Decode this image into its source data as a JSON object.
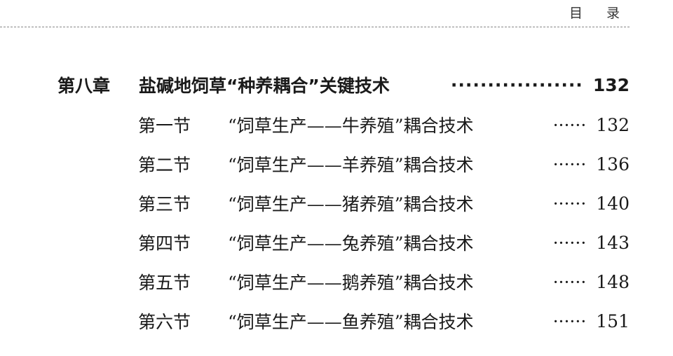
{
  "header": {
    "title": "目 录"
  },
  "chapter": {
    "number": "第八章",
    "title": "盐碱地饲草“种养耦合”关键技术",
    "leader": "··················",
    "page": "132"
  },
  "sections": [
    {
      "number": "第一节",
      "title": "“饲草生产——牛养殖”耦合技术",
      "leader": "······",
      "page": "132"
    },
    {
      "number": "第二节",
      "title": "“饲草生产——羊养殖”耦合技术",
      "leader": "······",
      "page": "136"
    },
    {
      "number": "第三节",
      "title": "“饲草生产——猪养殖”耦合技术",
      "leader": "······",
      "page": "140"
    },
    {
      "number": "第四节",
      "title": "“饲草生产——兔养殖”耦合技术",
      "leader": "······",
      "page": "143"
    },
    {
      "number": "第五节",
      "title": "“饲草生产——鹅养殖”耦合技术",
      "leader": "······",
      "page": "148"
    },
    {
      "number": "第六节",
      "title": "“饲草生产——鱼养殖”耦合技术",
      "leader": "······",
      "page": "151"
    }
  ]
}
